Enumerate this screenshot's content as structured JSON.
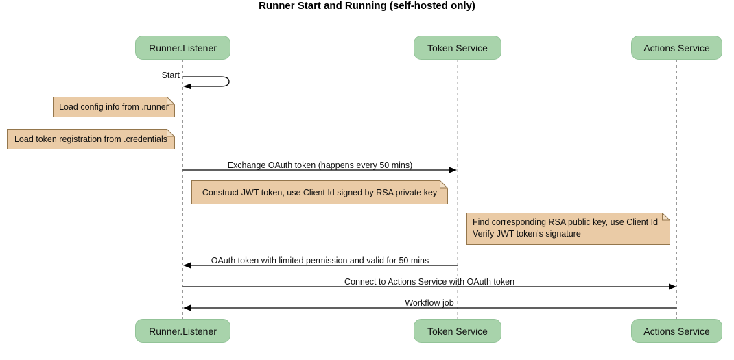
{
  "title": "Runner Start and Running (self-hosted only)",
  "participants": [
    "Runner.Listener",
    "Token Service",
    "Actions Service"
  ],
  "messages": {
    "self_start": {
      "label": "Start",
      "from": "Runner.Listener",
      "to": "Runner.Listener"
    },
    "exchange_token": {
      "label": "Exchange OAuth token (happens every 50 mins)",
      "from": "Runner.Listener",
      "to": "Token Service"
    },
    "oauth_token_return": {
      "label": "OAuth token with limited permission and valid for 50 mins",
      "from": "Token Service",
      "to": "Runner.Listener"
    },
    "connect_actions": {
      "label": "Connect to Actions Service with OAuth token",
      "from": "Runner.Listener",
      "to": "Actions Service"
    },
    "workflow_job": {
      "label": "Workflow job",
      "from": "Actions Service",
      "to": "Runner.Listener"
    }
  },
  "notes": {
    "load_config": "Load config info from .runner",
    "load_credentials": "Load token registration from .credentials",
    "construct_jwt": "Construct JWT token, use Client Id signed by RSA private key",
    "verify_jwt_line1": "Find corresponding RSA public key, use Client Id",
    "verify_jwt_line2": "Verify JWT token's signature"
  },
  "colors": {
    "participant_fill": "#A8D3AB",
    "participant_border": "#93C398",
    "note_fill": "#EACBA6",
    "note_border": "#94764C",
    "note_fold": "#F2DFC6",
    "lifeline": "#999999",
    "arrow": "#000000",
    "text": "#111111",
    "background": "#FFFFFF"
  }
}
